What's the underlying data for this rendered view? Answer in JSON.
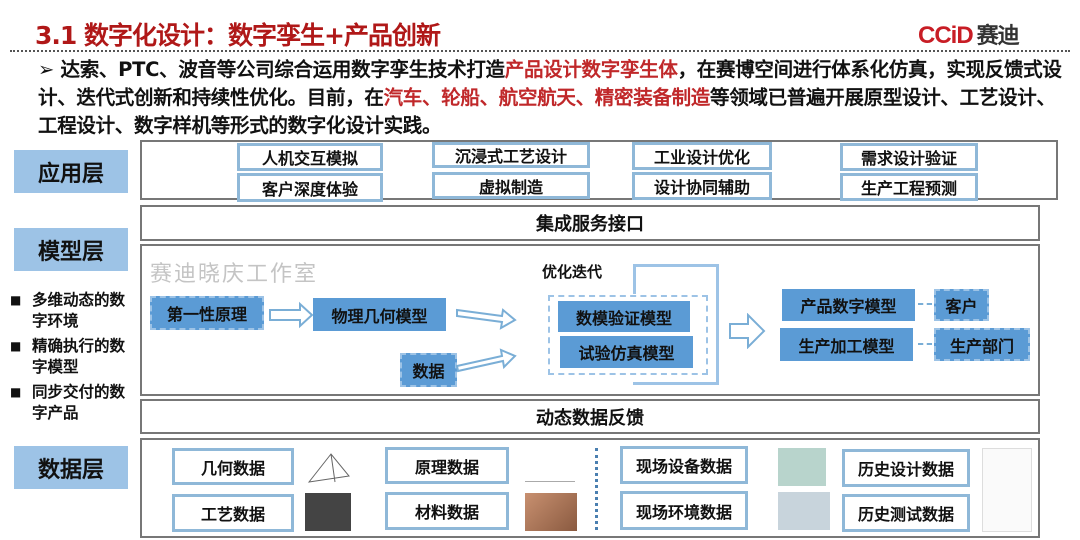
{
  "title": "3.1 数字化设计：数字孪生+产品创新",
  "logo": {
    "en": "CCiD",
    "cn": "赛迪"
  },
  "paragraph": {
    "bullet": "➢ ",
    "p1": "达索、PTC、波音等公司综合运用数字孪生技术打造",
    "r1": "产品设计数字孪生体",
    "p2": "，在赛博空间进行体系化仿真，实现反馈式设计、迭代式创新和持续性优化。目前，在",
    "r2": "汽车、轮船、航空航天、精密装备制造",
    "p3": "等领域已普遍开展原型设计、工艺设计、工程设计、数字样机等形式的数字化设计实践。"
  },
  "layers": {
    "app": "应用层",
    "model": "模型层",
    "data": "数据层"
  },
  "features": [
    "多维动态的数字环境",
    "精确执行的数字模型",
    "同步交付的数字产品"
  ],
  "app_items": [
    "人机交互模拟",
    "客户深度体验",
    "沉浸式工艺设计",
    "虚拟制造",
    "工业设计优化",
    "设计协同辅助",
    "需求设计验证",
    "生产工程预测"
  ],
  "integration": "集成服务接口",
  "model": {
    "first": "第一性原理",
    "physical": "物理几何模型",
    "data": "数据",
    "iterate": "优化迭代",
    "verify": "数模验证模型",
    "sim": "试验仿真模型",
    "product": "产品数字模型",
    "production": "生产加工模型",
    "customer": "客户",
    "dept": "生产部门"
  },
  "feedback": "动态数据反馈",
  "data_items": [
    "几何数据",
    "工艺数据",
    "原理数据",
    "材料数据",
    "现场设备数据",
    "现场环境数据",
    "历史设计数据",
    "历史测试数据"
  ],
  "watermark": "赛迪晓庆工作室"
}
